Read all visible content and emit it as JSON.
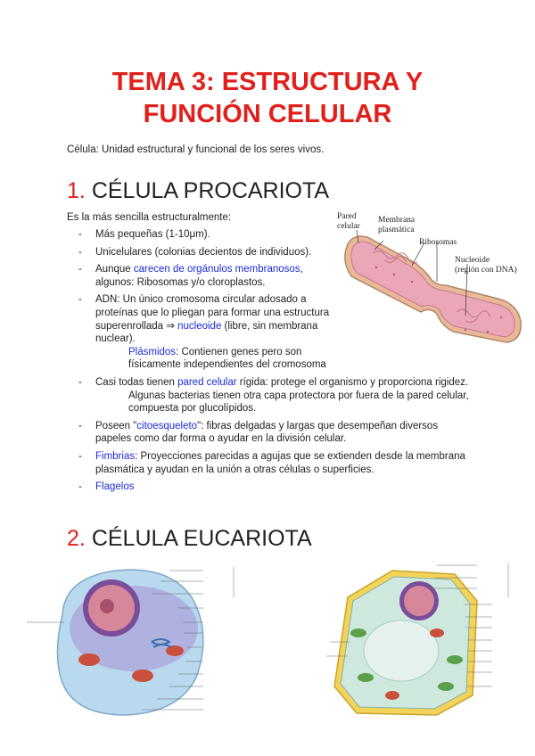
{
  "title_line1": "TEMA 3: ESTRUCTURA Y",
  "title_line2": "FUNCIÓN CELULAR",
  "intro": "Célula: Unidad estructural y funcional de los seres vivos.",
  "sections": {
    "prok": {
      "num": "1.",
      "title": "CÉLULA PROCARIOTA"
    },
    "euk": {
      "num": "2.",
      "title": "CÉLULA EUCARIOTA"
    }
  },
  "lead": "Es la más sencilla estructuralmente:",
  "bullets": {
    "dash": "-",
    "b1": "Más pequeñas (1-10μm).",
    "b2": "Unicelulares (colonias decientos de individuos).",
    "b3_pre": "Aunque ",
    "b3_link": "carecen de orgánulos membranosos",
    "b3_post": ", algunos: Ribosomas y/o cloroplastos.",
    "b4_pre": "ADN: Un único cromosoma circular adosado a proteínas que lo pliegan para formar una estructura superenrollada ⇒ ",
    "b4_link": "nucleoide",
    "b4_post": " (libre, sin membrana nuclear).",
    "b4_sub_link": "Plásmidos",
    "b4_sub_text": ": Contienen genes pero son físicamente independientes del cromosoma",
    "b5_pre": "Casi todas tienen ",
    "b5_link": "pared celular",
    "b5_post": " rígida: protege el organismo y proporciona rigidez.",
    "b5_sub": "Algunas bacterias tienen otra capa protectora por fuera de la pared celular, compuesta por glucolípidos.",
    "b6_pre": "Poseen \"",
    "b6_link": "citoesqueleto",
    "b6_post": "\": fibras delgadas y largas que desempeñan diversos papeles como dar forma o ayudar en la división celular.",
    "b7_link": "Fimbrias",
    "b7_post": ": Proyecciones parecidas a agujas que se extienden desde la membrana plasmática y ayudan en la unión a otras células o superficies.",
    "b8_link": "Flagelos"
  },
  "prok_figure": {
    "pared": "Pared",
    "celular": "celular",
    "membrana": "Membrana",
    "plasmatica": "plasmática",
    "ribosomas": "Ribosomas",
    "nucleoide": "Nucleoide",
    "region": "(región con DNA)"
  },
  "colors": {
    "title_red": "#e0201b",
    "link_blue": "#1b2bd6",
    "cell_pink": "#e9a7b8",
    "cell_wall": "#e8b897"
  }
}
